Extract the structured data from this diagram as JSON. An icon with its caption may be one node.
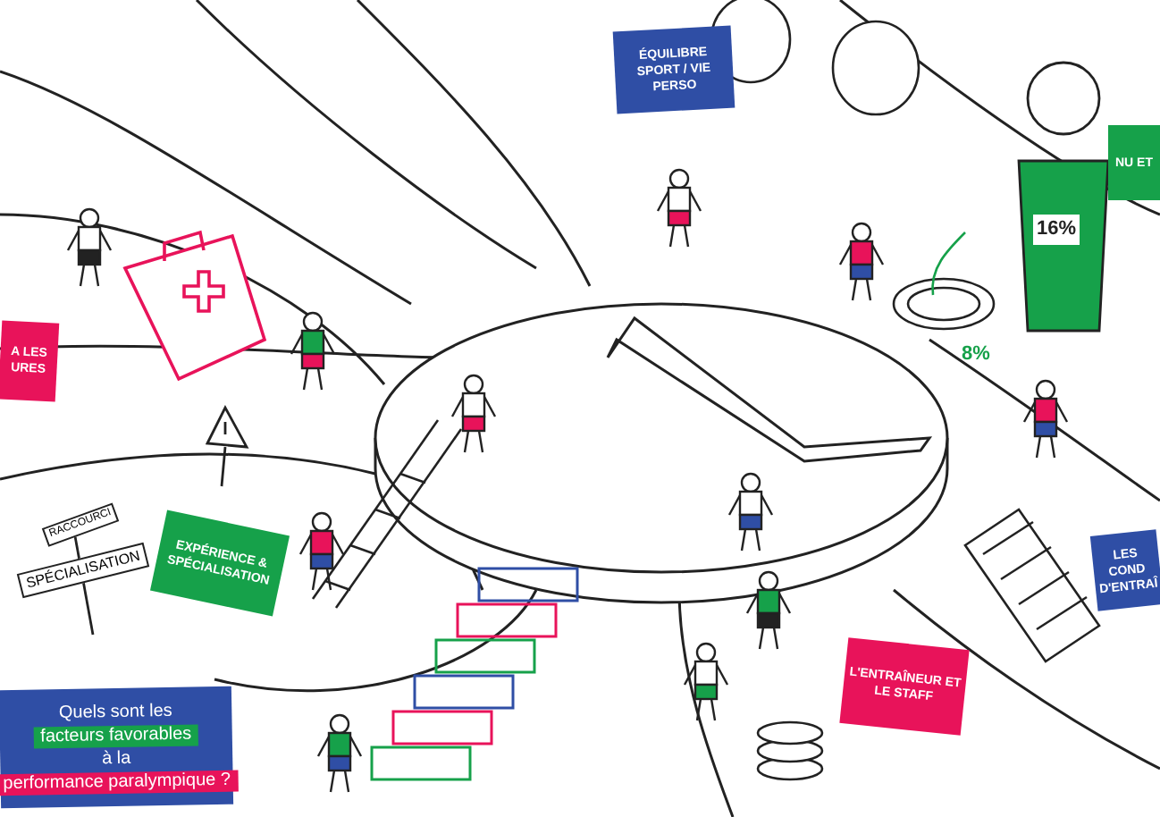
{
  "diagram": {
    "nodes": [
      {
        "text": [
          "ÉQUILIBRE SPORT / VIE PERSO"
        ]
      },
      {
        "text": [
          "A LES URES"
        ]
      },
      {
        "text": [
          "NU ET"
        ]
      },
      {
        "text": [
          "EXPÉRIENCE & SPÉCIALISATION"
        ]
      },
      {
        "text": [
          "LES COND D'ENTRAÎ"
        ]
      },
      {
        "text": [
          "L'ENTRAÎNEUR ET LE STAFF"
        ]
      },
      {
        "text": [
          "Quels sont les",
          "facteurs favorables",
          "à la",
          "performance paralympique ?"
        ]
      }
    ],
    "labels": [
      "RACCOURCI",
      "SPÉCIALISATION",
      "16%",
      "8%"
    ]
  }
}
